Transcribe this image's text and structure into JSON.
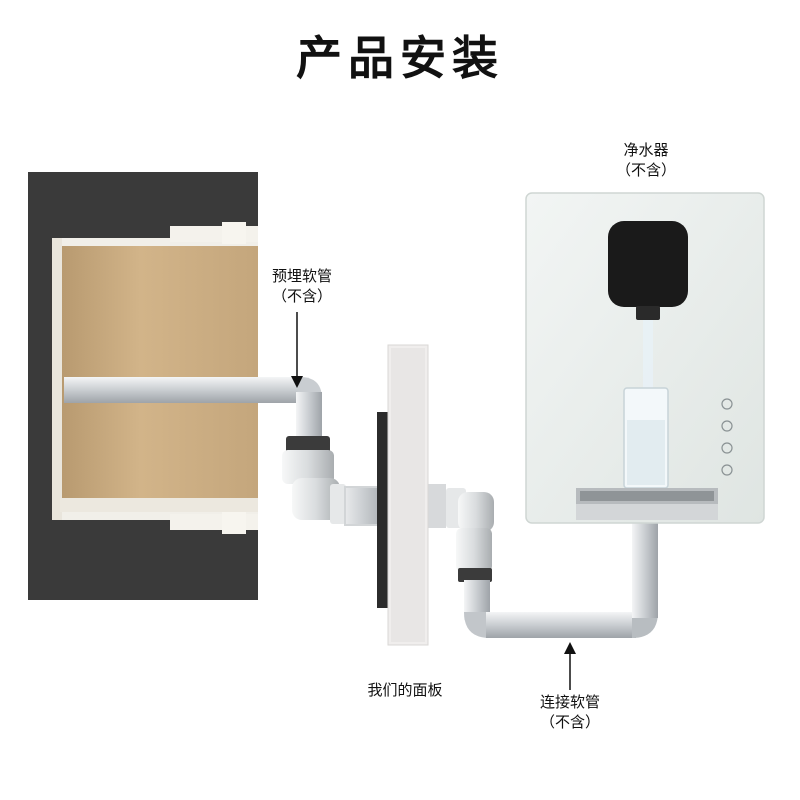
{
  "title": "产品安装",
  "labels": {
    "purifier": {
      "name": "净水器",
      "note": "（不含）"
    },
    "embedded_hose": {
      "name": "预埋软管",
      "note": "（不含）"
    },
    "panel": {
      "name": "我们的面板"
    },
    "connect_hose": {
      "name": "连接软管",
      "note": "（不含）"
    }
  },
  "colors": {
    "wall": "#3a3a3a",
    "box": "#c9a97e",
    "pipe": "#d6d9dc",
    "panel": "#eeeceb",
    "purifier": "#e6ebe8",
    "screen": "#1a1a1a"
  }
}
